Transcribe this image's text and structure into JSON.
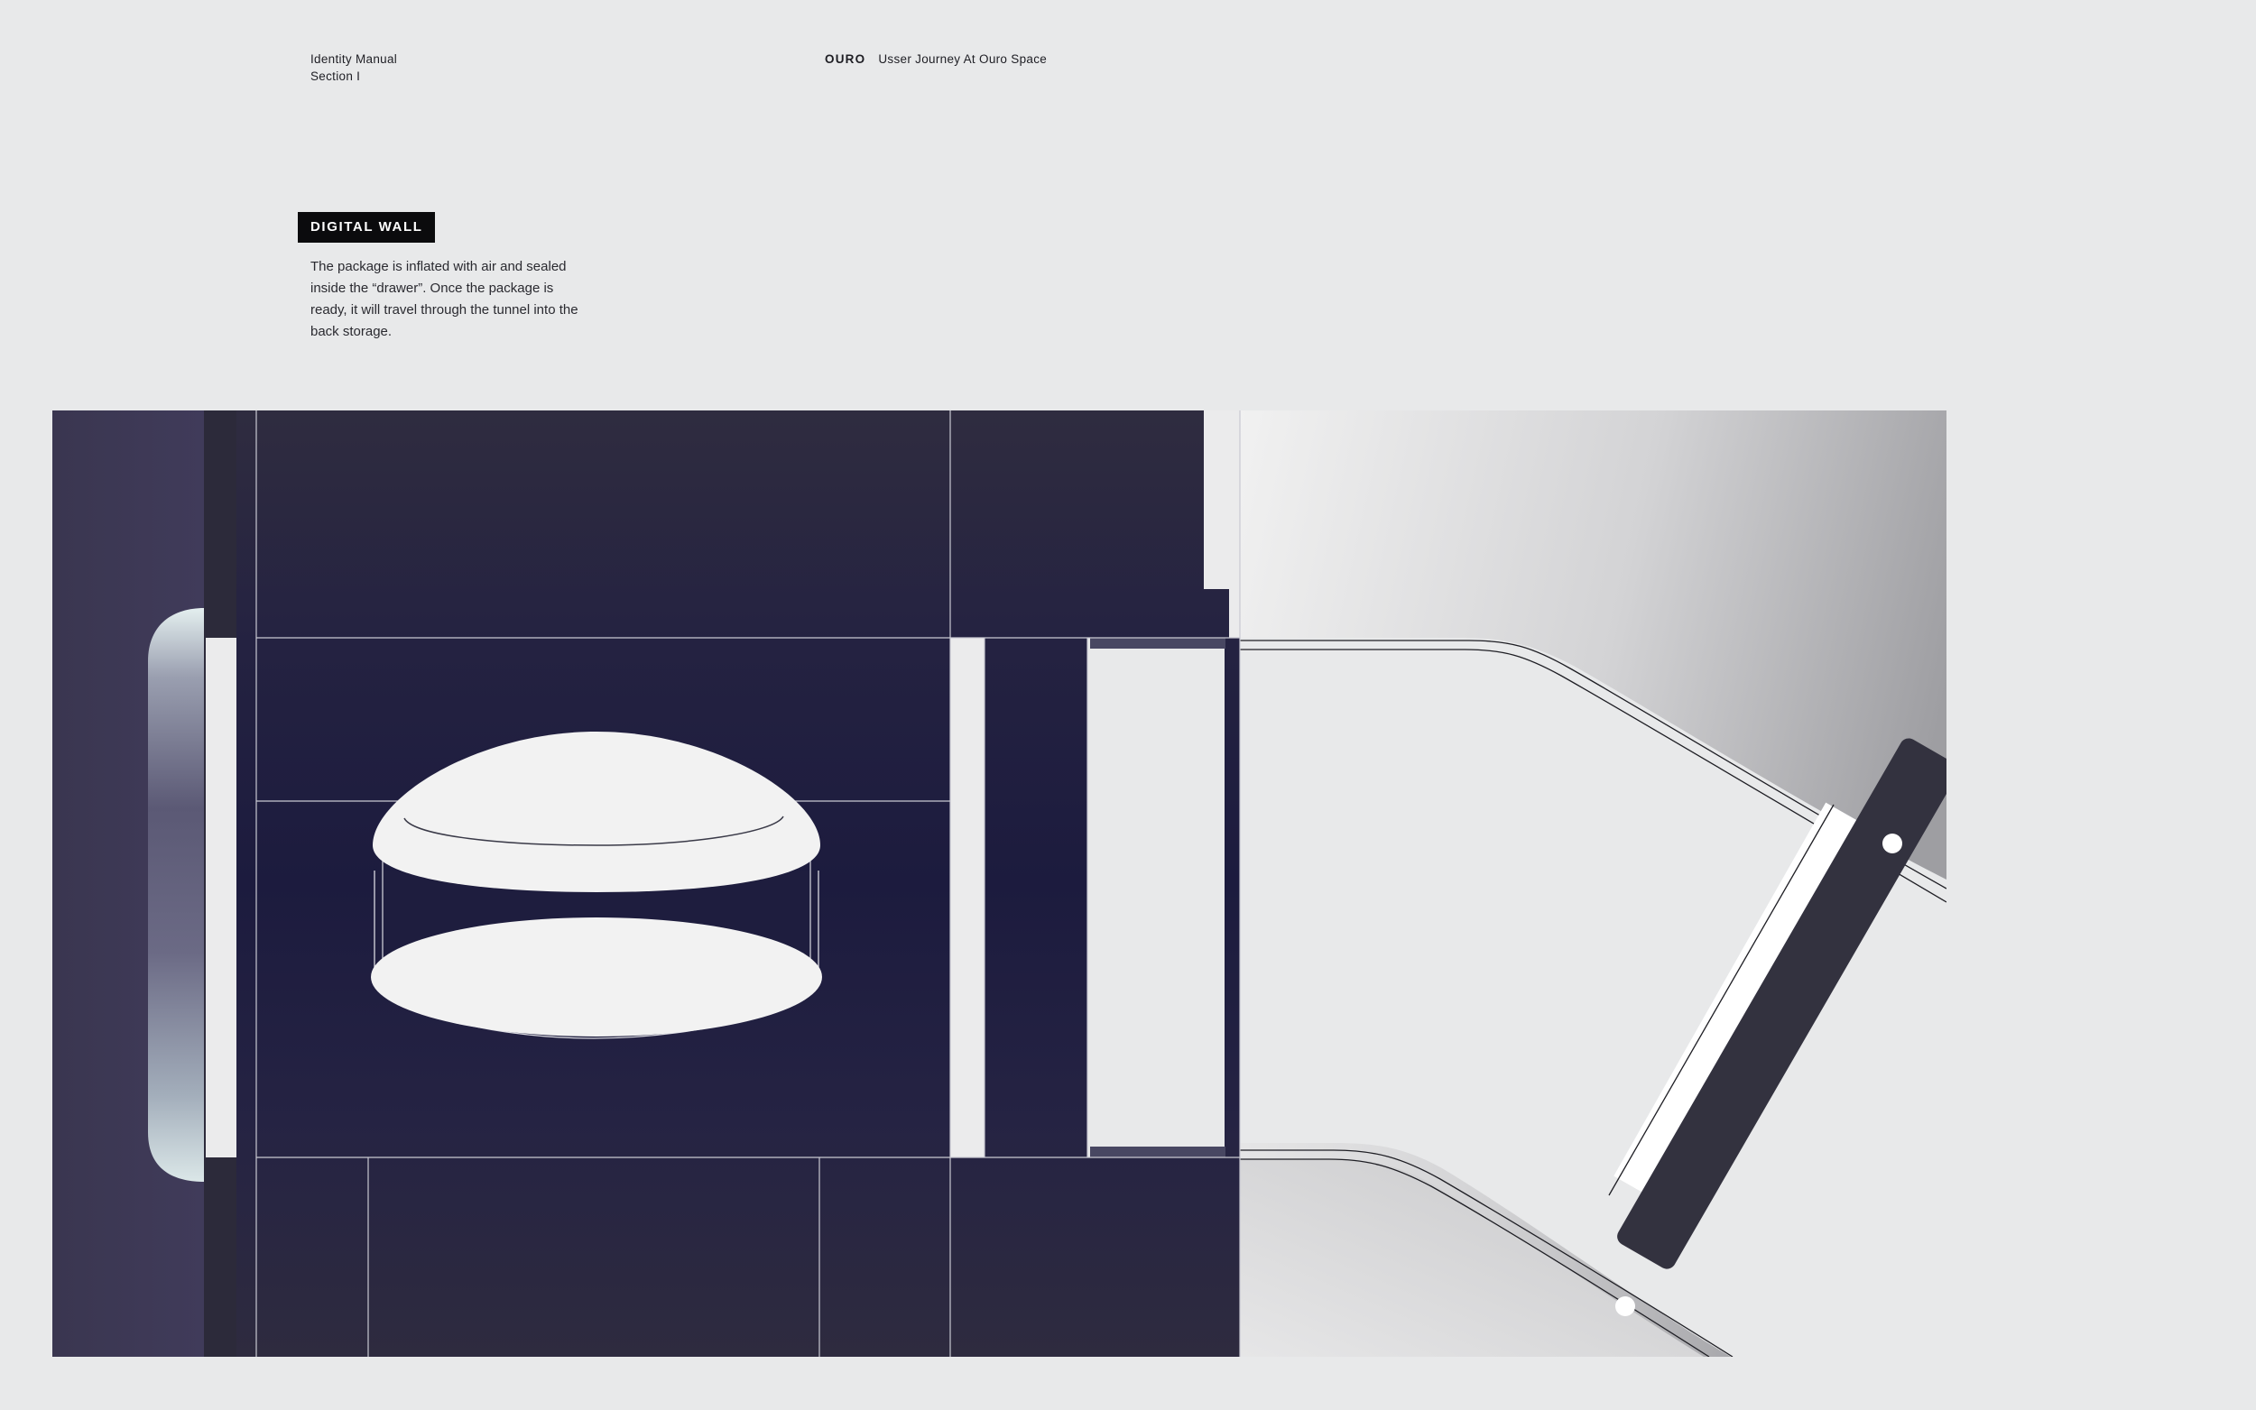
{
  "header": {
    "manual_title": "Identity Manual",
    "section": "Section I",
    "brand": "OURO",
    "journey_title": "Usser Journey At Ouro Space"
  },
  "content": {
    "tag": "DIGITAL WALL",
    "description": "The package is inflated with air and sealed inside  the “drawer”. Once the package is ready, it will travel through the tunnel into the back storage."
  },
  "colors": {
    "background": "#e8e9ea",
    "wall_dark": "#2e2b40",
    "drawer_navy": "#1c1b3d",
    "tag_bg": "#0b0b0d",
    "package_white": "#f2f2f2"
  }
}
